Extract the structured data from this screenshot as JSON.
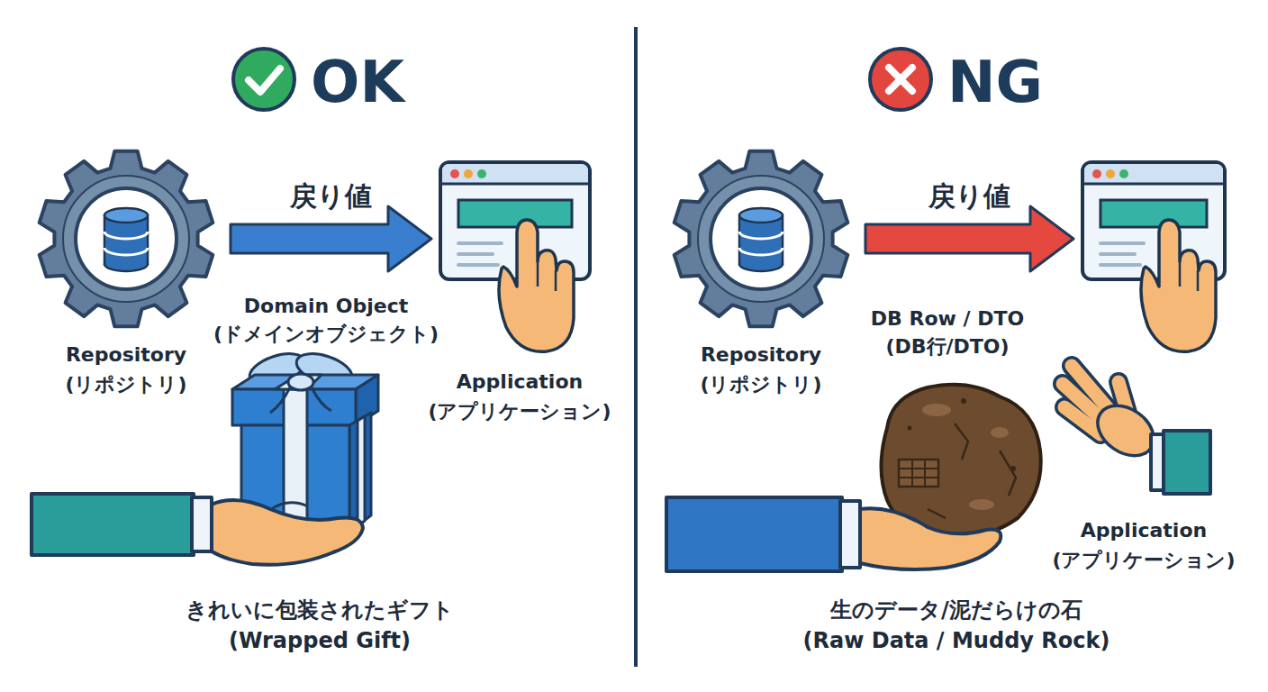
{
  "diagram": {
    "nodes": [
      {
        "text": [
          "Repository (リポジトリ)"
        ]
      },
      {
        "text": [
          "Application (アプリケーション)"
        ]
      },
      {
        "text": [
          "Repository (リポジトリ)"
        ]
      },
      {
        "text": [
          "Application (アプリケーション)"
        ]
      }
    ],
    "edges": [
      {
        "from": 0,
        "to": 1,
        "arrow": "to",
        "label": "戻り値"
      },
      {
        "from": 2,
        "to": 3,
        "arrow": "to",
        "label": "戻り値"
      }
    ],
    "labels": [
      "OK",
      "NG",
      "Domain Object (ドメインオブジェクト)",
      "きれいに包装されたギフト (Wrapped Gift)",
      "DB Row / DTO (DB行/DTO)",
      "生のデータ/泥だらけの石 (Raw Data / Muddy Rock)"
    ]
  }
}
